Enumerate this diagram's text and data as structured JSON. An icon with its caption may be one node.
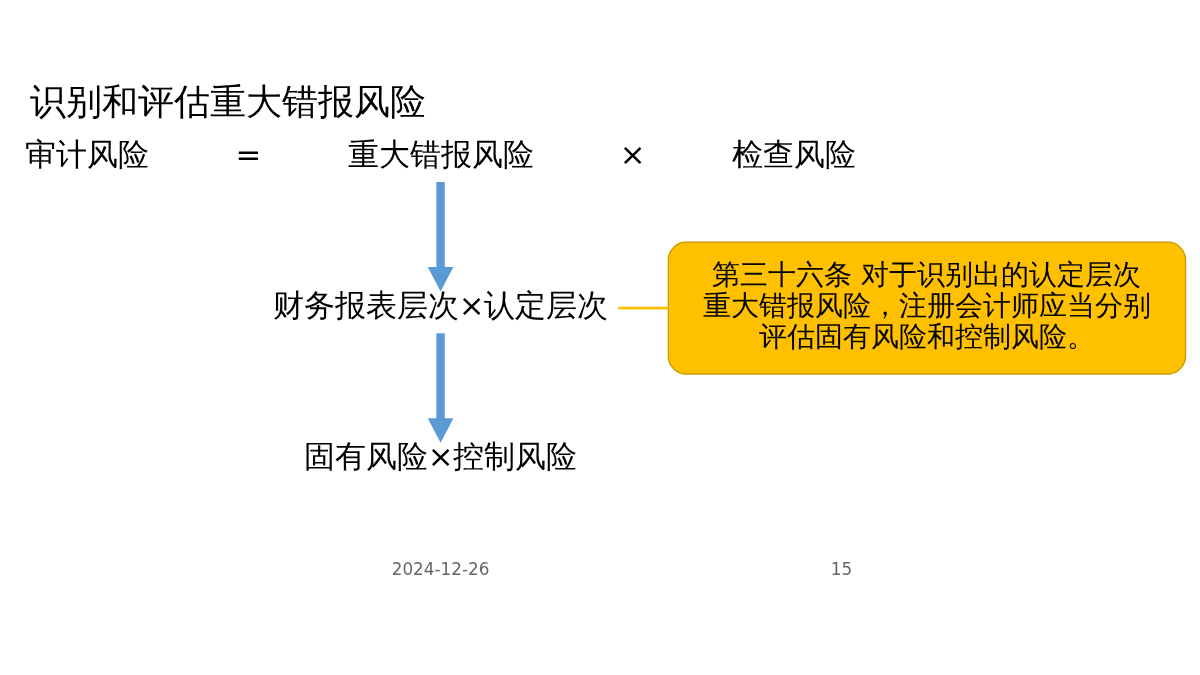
{
  "diagram": {
    "title": "识别和评估重大错报风险",
    "nodes": [
      {
        "text": [
          "重大错报风险"
        ]
      },
      {
        "text": [
          "财务报表层次×认定层次"
        ]
      },
      {
        "text": [
          "固有风险×控制风险"
        ]
      },
      {
        "text": [
          "第三十六条 对于识别出的认定层次重大错报风险，注册会计师应当分别评估固有风险和控制风险。"
        ]
      }
    ],
    "edges": [
      {
        "from": 0,
        "to": 1,
        "arrow": "to"
      },
      {
        "from": 1,
        "to": 2,
        "arrow": "to"
      },
      {
        "from": 3,
        "to": 1,
        "arrow": "none",
        "color": "#ffc000"
      }
    ],
    "labels": [
      "审计风险",
      "=",
      "×",
      "检查风险",
      "2024-12-26",
      "15"
    ]
  }
}
